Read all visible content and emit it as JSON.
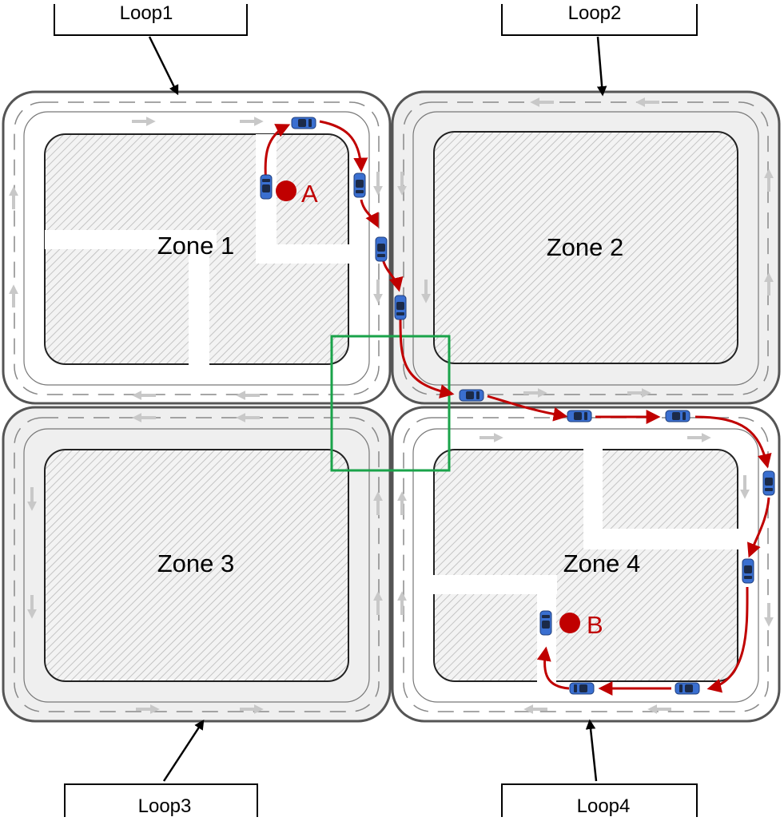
{
  "zones": [
    {
      "id": "zone-1",
      "label": "Zone 1"
    },
    {
      "id": "zone-2",
      "label": "Zone 2"
    },
    {
      "id": "zone-3",
      "label": "Zone 3"
    },
    {
      "id": "zone-4",
      "label": "Zone 4"
    }
  ],
  "loops": [
    {
      "id": "loop1",
      "label": "Loop1"
    },
    {
      "id": "loop2",
      "label": "Loop2"
    },
    {
      "id": "loop3",
      "label": "Loop3"
    },
    {
      "id": "loop4",
      "label": "Loop4"
    }
  ],
  "points": {
    "origin": {
      "label": "A"
    },
    "destination": {
      "label": "B"
    }
  },
  "colors": {
    "route": "#c00000",
    "intersection_box": "#1aa34a",
    "vehicle": "#3a6fd0",
    "block_hatch": "#bdbdbd",
    "road_outline": "#555555",
    "shaded_loop": "#efefef",
    "flow_arrow": "#c8c8c8"
  }
}
